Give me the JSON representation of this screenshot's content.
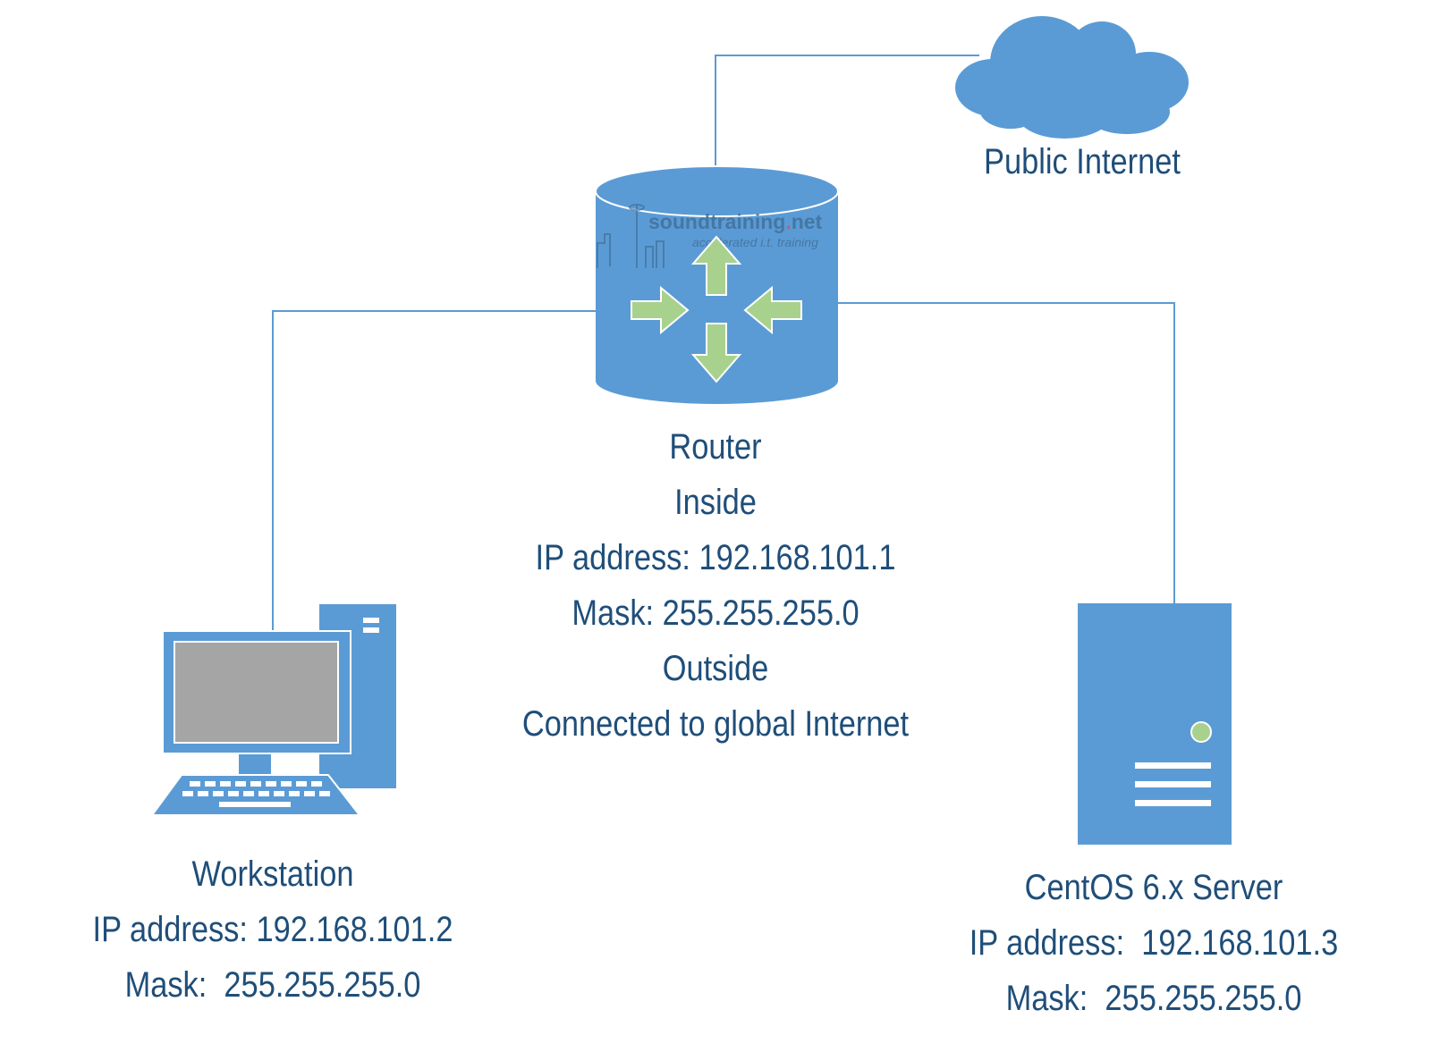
{
  "colors": {
    "device_fill": "#5b9bd5",
    "connector": "#5b9bd5",
    "arrow_fill": "#a9d18e",
    "screen_fill": "#a5a5a5",
    "label_text": "#1f4e79",
    "led": "#a9d18e"
  },
  "nodes": {
    "cloud": {
      "icon": "cloud-icon",
      "lines": [
        "Public Internet"
      ]
    },
    "router": {
      "icon": "router-icon",
      "lines": [
        "Router",
        "Inside",
        "IP address: 192.168.101.1",
        "Mask: 255.255.255.0",
        "Outside",
        "Connected to global Internet"
      ]
    },
    "workstation": {
      "icon": "workstation-icon",
      "lines": [
        "Workstation",
        "IP address: 192.168.101.2",
        "Mask:  255.255.255.0"
      ]
    },
    "server": {
      "icon": "server-icon",
      "lines": [
        "CentOS 6.x Server",
        "IP address:  192.168.101.3",
        "Mask:  255.255.255.0"
      ]
    }
  },
  "watermark": {
    "brand": "soundtraining",
    "dot": ".",
    "tld": "net",
    "tagline": "accelerated i.t. training"
  },
  "connections": [
    {
      "from": "router",
      "to": "cloud"
    },
    {
      "from": "router",
      "to": "workstation"
    },
    {
      "from": "router",
      "to": "server"
    }
  ]
}
